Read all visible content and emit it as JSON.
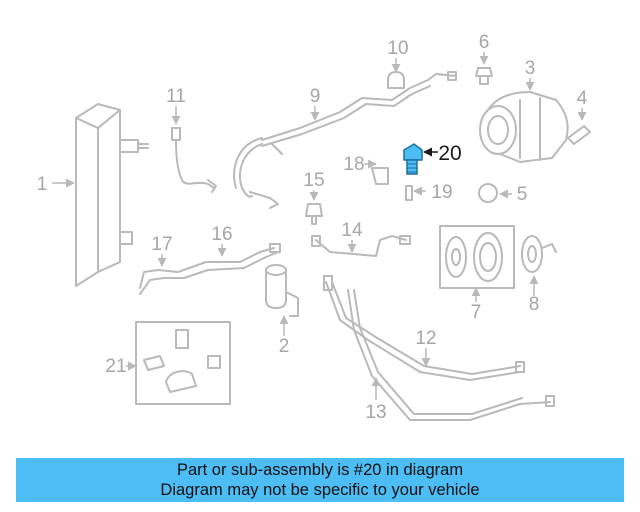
{
  "diagram": {
    "highlight_color": "#4dbdf5",
    "highlighted_part": "20",
    "callouts": [
      "1",
      "2",
      "3",
      "4",
      "5",
      "6",
      "7",
      "8",
      "9",
      "10",
      "11",
      "12",
      "13",
      "14",
      "15",
      "16",
      "17",
      "18",
      "19",
      "20",
      "21"
    ]
  },
  "banner": {
    "background": "#4dbdf5",
    "line1": "Part or sub-assembly is #20 in diagram",
    "line2": "Diagram may not be specific to your vehicle"
  }
}
